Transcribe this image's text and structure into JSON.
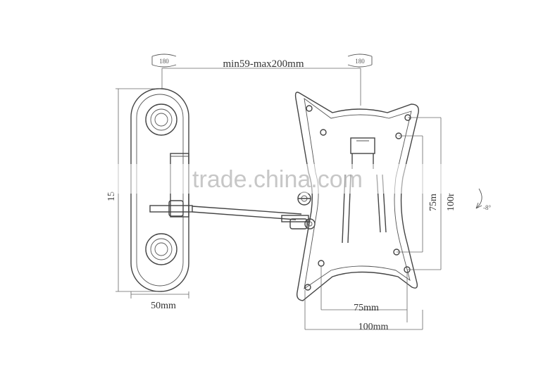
{
  "labels": {
    "arm_extension": "min59-max200mm",
    "swivel_left": "180",
    "swivel_right": "180",
    "wall_plate_width": "50mm",
    "wall_plate_height": "15",
    "vesa_inner_width": "75mm",
    "vesa_outer_width": "100mm",
    "vesa_inner_height": "75m",
    "vesa_outer_height": "100r",
    "tilt": "-8°"
  },
  "watermark": "trade.china.com"
}
